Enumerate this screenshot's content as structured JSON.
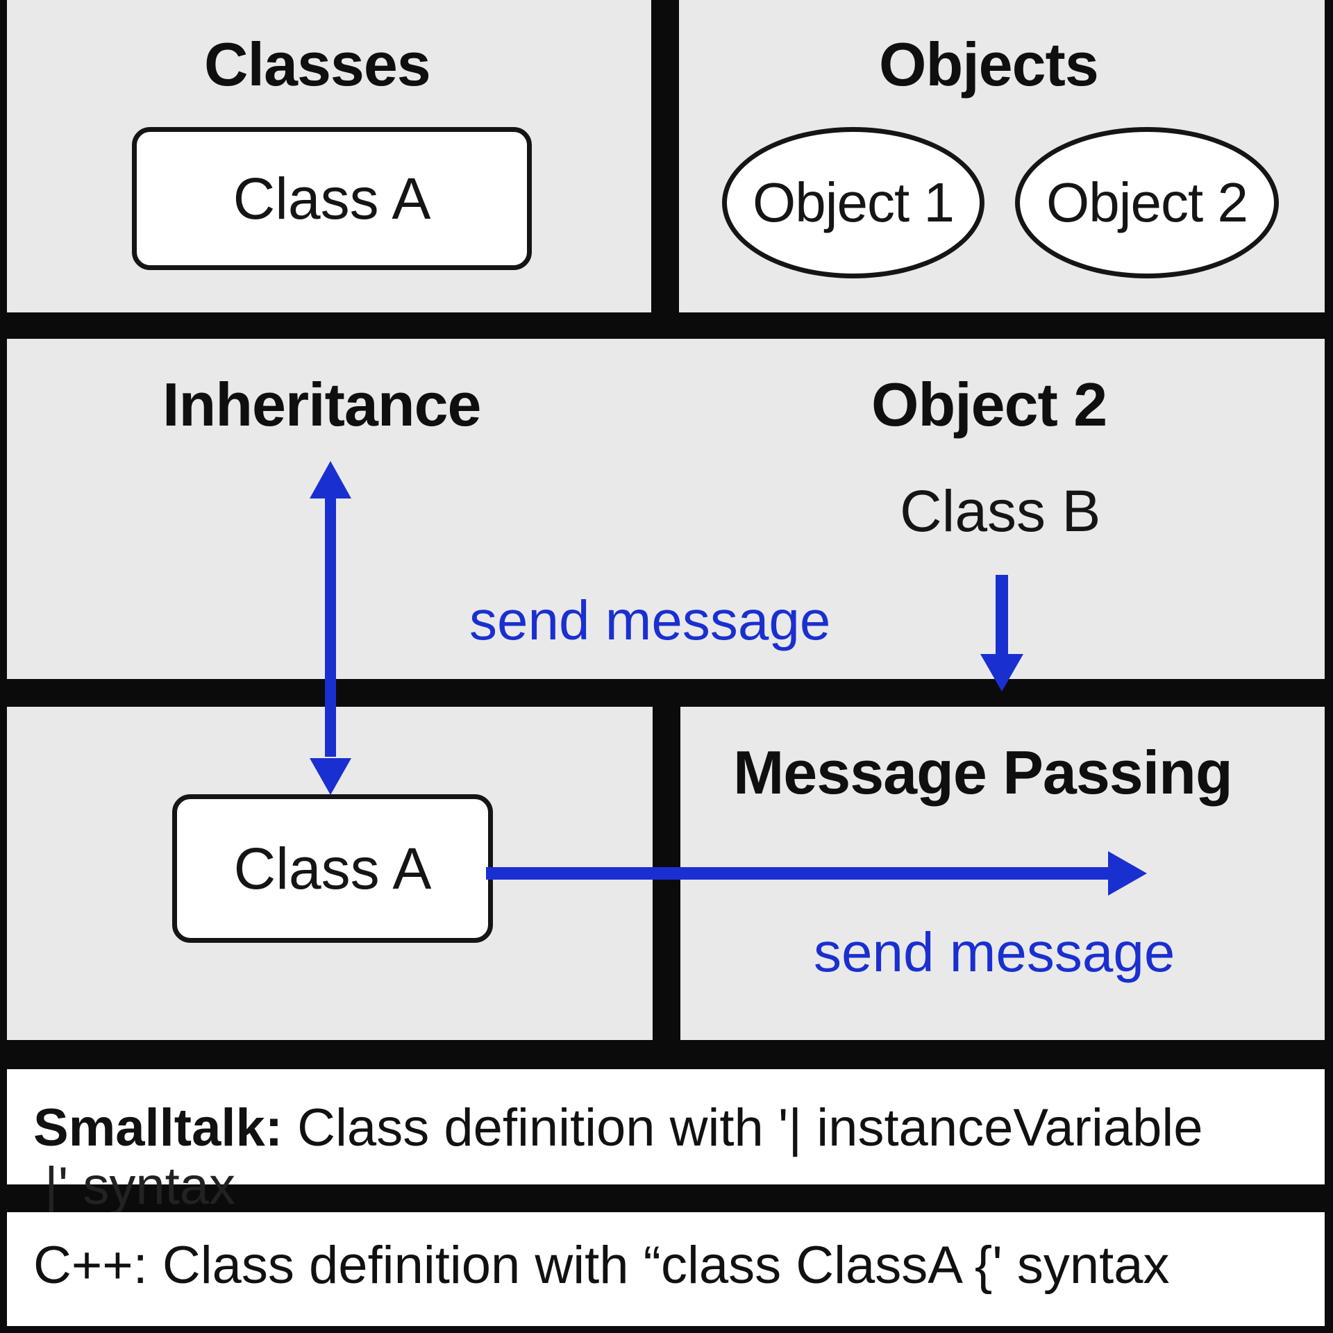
{
  "panels": {
    "classes": {
      "heading": "Classes",
      "box_label": "Class A"
    },
    "objects": {
      "heading": "Objects",
      "object1": "Object 1",
      "object2": "Object 2"
    },
    "inheritance": {
      "heading": "Inheritance",
      "object_heading": "Object 2",
      "class_b": "Class B",
      "send_message": "send message"
    },
    "lower_left": {
      "box_label": "Class A"
    },
    "message_passing": {
      "heading": "Message Passing",
      "send_message": "send message"
    }
  },
  "captions": {
    "smalltalk": {
      "lang": "Smalltalk:",
      "line1": " Class definition with '| instanceVariable",
      "line2": "|' syntax"
    },
    "cpp": {
      "lang": "C++:",
      "text": " Class definition with “class ClassA {' syntax"
    }
  },
  "colors": {
    "panel": "#e9e9e9",
    "border": "#0b0b0b",
    "arrow": "#1a2fd0",
    "text": "#111111"
  },
  "icons": {
    "inheritance_arrow": "double-headed-vertical-arrow",
    "class_b_arrow": "down-arrow",
    "message_arrow": "right-arrow"
  }
}
